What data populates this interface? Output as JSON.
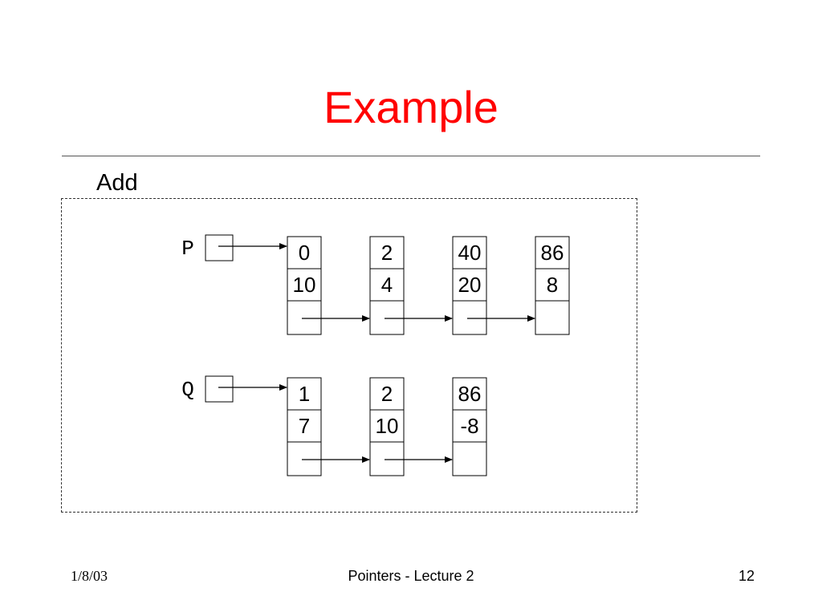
{
  "slide": {
    "title": "Example",
    "subtitle": "Add"
  },
  "lists": [
    {
      "pointer": "P",
      "nodes": [
        {
          "top": "0",
          "middle": "10"
        },
        {
          "top": "2",
          "middle": "4"
        },
        {
          "top": "40",
          "middle": "20"
        },
        {
          "top": "86",
          "middle": "8"
        }
      ]
    },
    {
      "pointer": "Q",
      "nodes": [
        {
          "top": "1",
          "middle": "7"
        },
        {
          "top": "2",
          "middle": "10"
        },
        {
          "top": "86",
          "middle": "-8"
        }
      ]
    }
  ],
  "footer": {
    "date": "1/8/03",
    "center": "Pointers - Lecture 2",
    "page": "12"
  },
  "colors": {
    "title": "#ff0000",
    "text": "#000000"
  }
}
